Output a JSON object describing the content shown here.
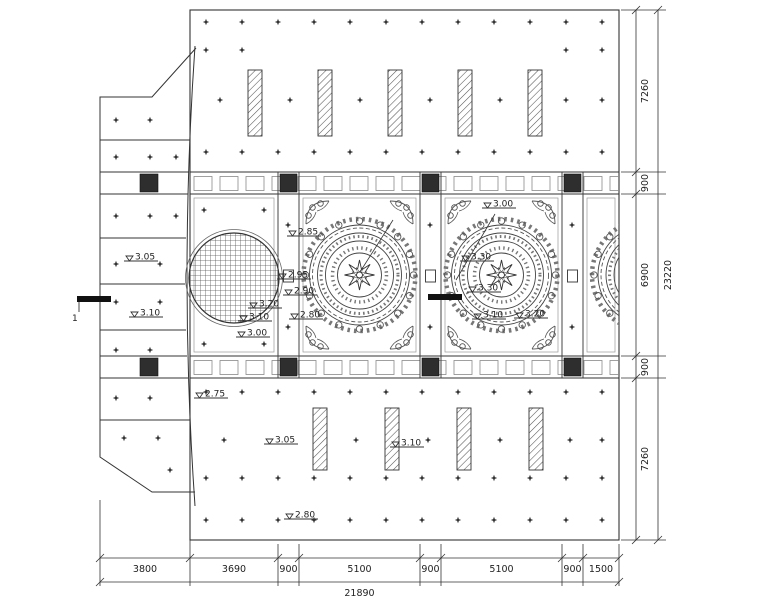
{
  "drawing": {
    "bottom_dims": [
      "3800",
      "3690",
      "900",
      "5100",
      "900",
      "5100",
      "900",
      "1500"
    ],
    "bottom_total": "21890",
    "right_dims": [
      "7260",
      "900",
      "6900",
      "900",
      "7260"
    ],
    "right_total": "23220",
    "section_label": "1",
    "elevations": [
      "3.05",
      "3.10",
      "2.75",
      "3.05",
      "3.10",
      "2.80",
      "2.85",
      "2.95",
      "2.90",
      "2.80",
      "3.20",
      "3.10",
      "3.00",
      "3.00",
      "3.30",
      "3.30",
      "3.10",
      "3.20"
    ]
  }
}
